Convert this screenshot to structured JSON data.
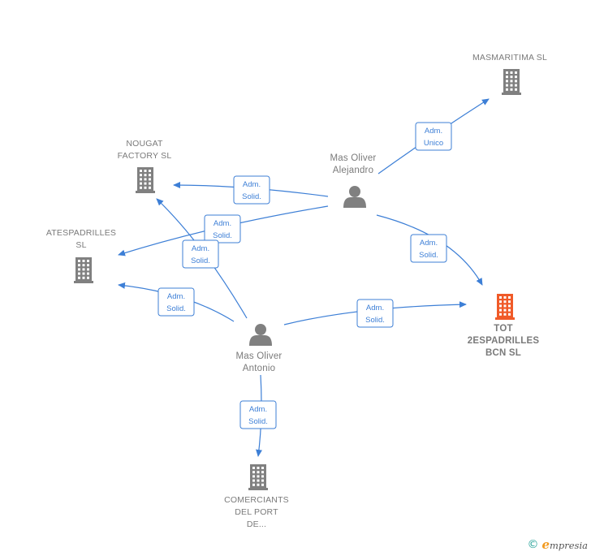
{
  "colors": {
    "edge": "#3d7fd6",
    "node_gray": "#808080",
    "focus": "#f05a28",
    "label": "#7a7a7a"
  },
  "nodes": {
    "masmaritima": {
      "lines": [
        "MASMARITIMA SL"
      ],
      "icon": "building-icon"
    },
    "nougat": {
      "lines": [
        "NOUGAT",
        "FACTORY  SL"
      ],
      "icon": "building-icon"
    },
    "atespadrilles": {
      "lines": [
        "ATESPADRILLES",
        "SL"
      ],
      "icon": "building-icon"
    },
    "tot": {
      "lines": [
        "TOT",
        "2ESPADRILLES",
        "BCN  SL"
      ],
      "icon": "building-icon"
    },
    "comerciants": {
      "lines": [
        "COMERCIANTS",
        "DEL PORT",
        "DE..."
      ],
      "icon": "building-icon"
    },
    "alejandro": {
      "lines": [
        "Mas Oliver",
        "Alejandro"
      ],
      "icon": "person-icon"
    },
    "antonio": {
      "lines": [
        "Mas Oliver",
        "Antonio"
      ],
      "icon": "person-icon"
    }
  },
  "edges": [
    {
      "from": "alejandro",
      "to": "masmaritima",
      "label": [
        "Adm.",
        "Unico"
      ]
    },
    {
      "from": "alejandro",
      "to": "nougat",
      "label": [
        "Adm.",
        "Solid."
      ]
    },
    {
      "from": "alejandro",
      "to": "atespadrilles",
      "label": [
        "Adm.",
        "Solid."
      ]
    },
    {
      "from": "alejandro",
      "to": "tot",
      "label": [
        "Adm.",
        "Solid."
      ]
    },
    {
      "from": "antonio",
      "to": "nougat",
      "label": [
        "Adm.",
        "Solid."
      ]
    },
    {
      "from": "antonio",
      "to": "atespadrilles",
      "label": [
        "Adm.",
        "Solid."
      ]
    },
    {
      "from": "antonio",
      "to": "tot",
      "label": [
        "Adm.",
        "Solid."
      ]
    },
    {
      "from": "antonio",
      "to": "comerciants",
      "label": [
        "Adm.",
        "Solid."
      ]
    }
  ],
  "footer": {
    "copyright_symbol": "©",
    "brand_initial": "e",
    "brand_rest": "mpresia"
  }
}
